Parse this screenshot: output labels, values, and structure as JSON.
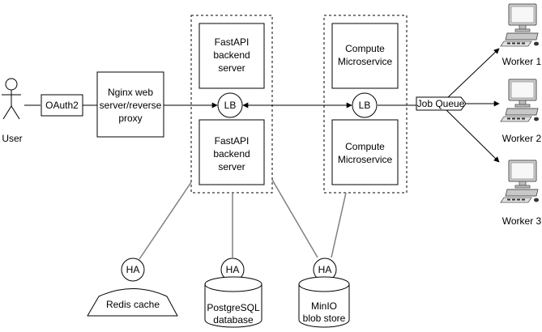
{
  "user": {
    "label": "User"
  },
  "auth": {
    "label": "OAuth2"
  },
  "proxy": {
    "lines": [
      "Nginx web",
      "server/reverse",
      "proxy"
    ]
  },
  "backend_top": {
    "lines": [
      "FastAPI",
      "backend",
      "server"
    ]
  },
  "backend_bottom": {
    "lines": [
      "FastAPI",
      "backend",
      "server"
    ]
  },
  "compute_top": {
    "lines": [
      "Compute",
      "Microservice"
    ]
  },
  "compute_bottom": {
    "lines": [
      "Compute",
      "Microservice"
    ]
  },
  "lb_left": {
    "label": "LB"
  },
  "lb_right": {
    "label": "LB"
  },
  "job_queue": {
    "label": "Job Queue"
  },
  "workers": [
    {
      "label": "Worker 1"
    },
    {
      "label": "Worker 2"
    },
    {
      "label": "Worker 3"
    }
  ],
  "ha_nodes": [
    {
      "label": "HA"
    },
    {
      "label": "HA"
    },
    {
      "label": "HA"
    }
  ],
  "redis": {
    "label": "Redis cache"
  },
  "postgres": {
    "lines": [
      "PostgreSQL",
      "database"
    ]
  },
  "minio": {
    "lines": [
      "MinIO",
      "blob store"
    ]
  }
}
